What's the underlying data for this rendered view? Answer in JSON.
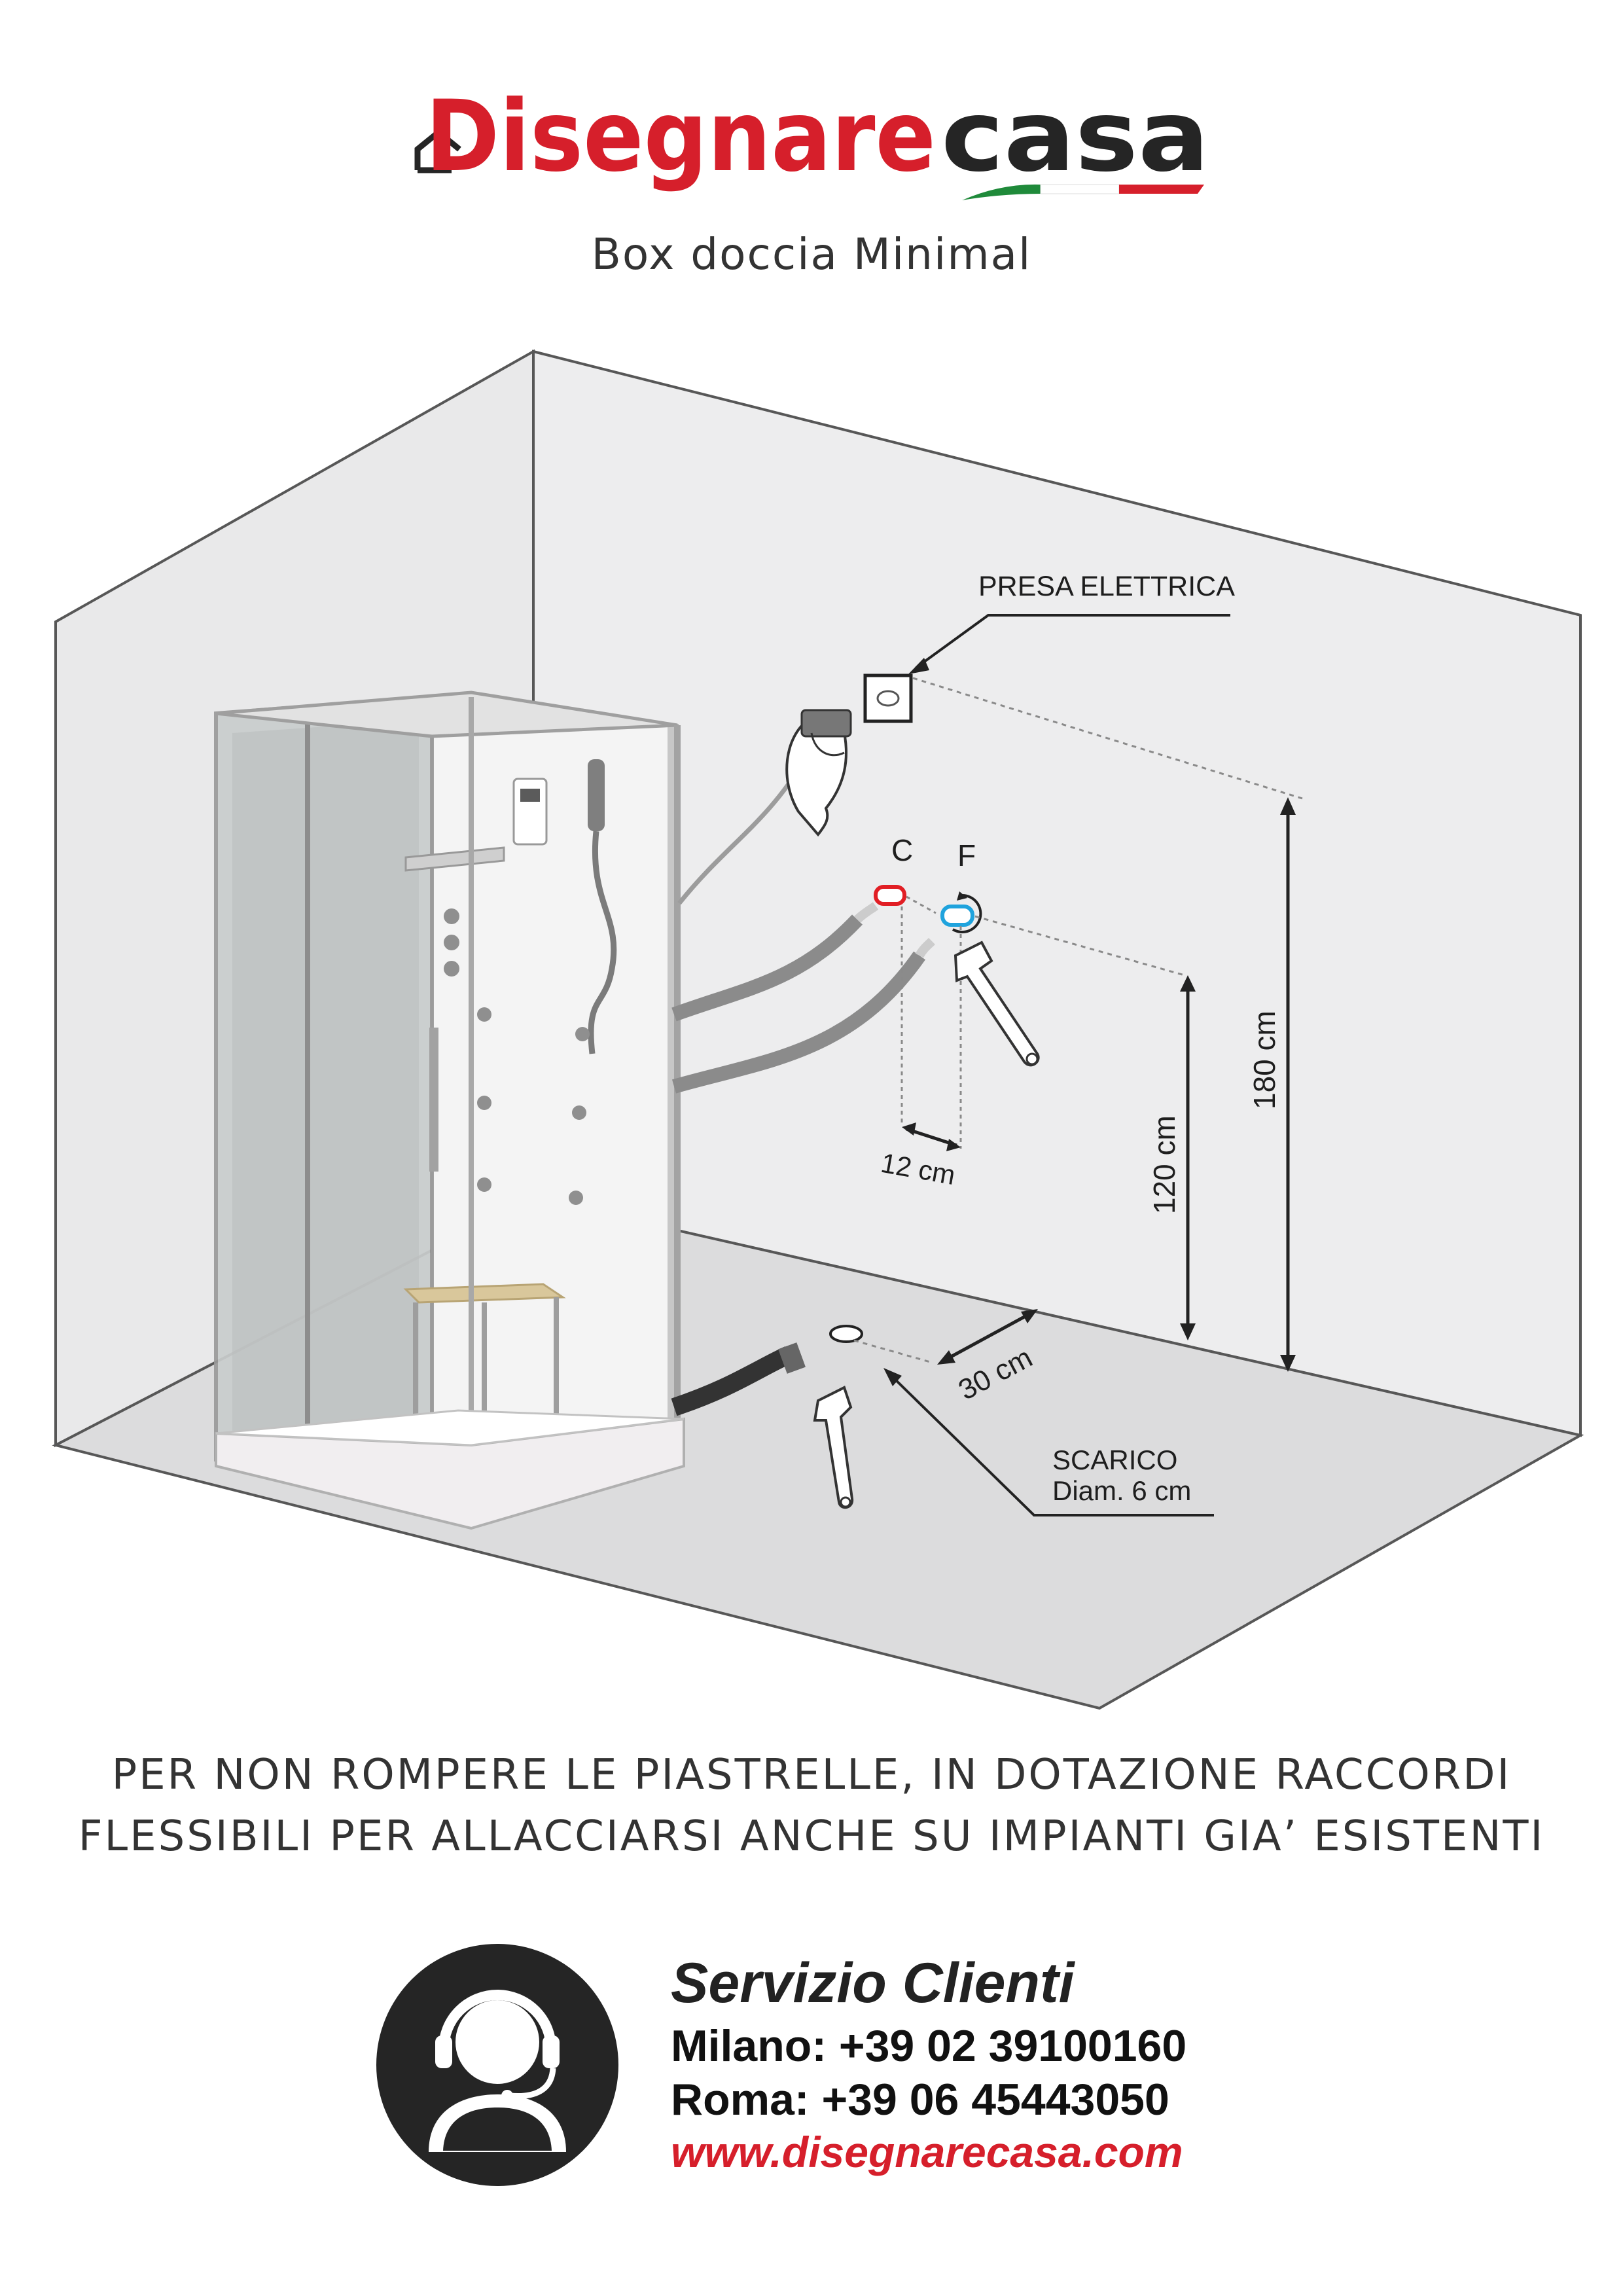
{
  "brand": {
    "logo_text_red": "Disegnare",
    "logo_text_dark": "casa",
    "colors": {
      "red": "#d61f2b",
      "green": "#1f8a3a",
      "dark": "#252525"
    }
  },
  "subtitle": "Box doccia Minimal",
  "diagram": {
    "power_outlet_label": "PRESA ELETTRICA",
    "hot_label": "C",
    "cold_label": "F",
    "spacing_label": "12 cm",
    "height_outlet_label": "180 cm",
    "height_water_label": "120 cm",
    "drain_distance_label": "30 cm",
    "drain_label": "SCARICO",
    "drain_diameter_label": "Diam. 6 cm",
    "icons": [
      "shower-cabin",
      "power-outlet",
      "hand-plug",
      "hot-water-valve",
      "cold-water-valve",
      "wrench",
      "drain"
    ]
  },
  "notice": {
    "line1": "PER NON ROMPERE LE PIASTRELLE, IN DOTAZIONE RACCORDI",
    "line2": "FLESSIBILI PER ALLACCIARSI ANCHE SU IMPIANTI GIA’ ESISTENTI"
  },
  "customer_service": {
    "title": "Servizio Clienti",
    "milano": "Milano: +39 02 39100160",
    "roma": "Roma: +39 06 45443050",
    "website": "www.disegnarecasa.com",
    "icon": "headset-operator-icon"
  }
}
